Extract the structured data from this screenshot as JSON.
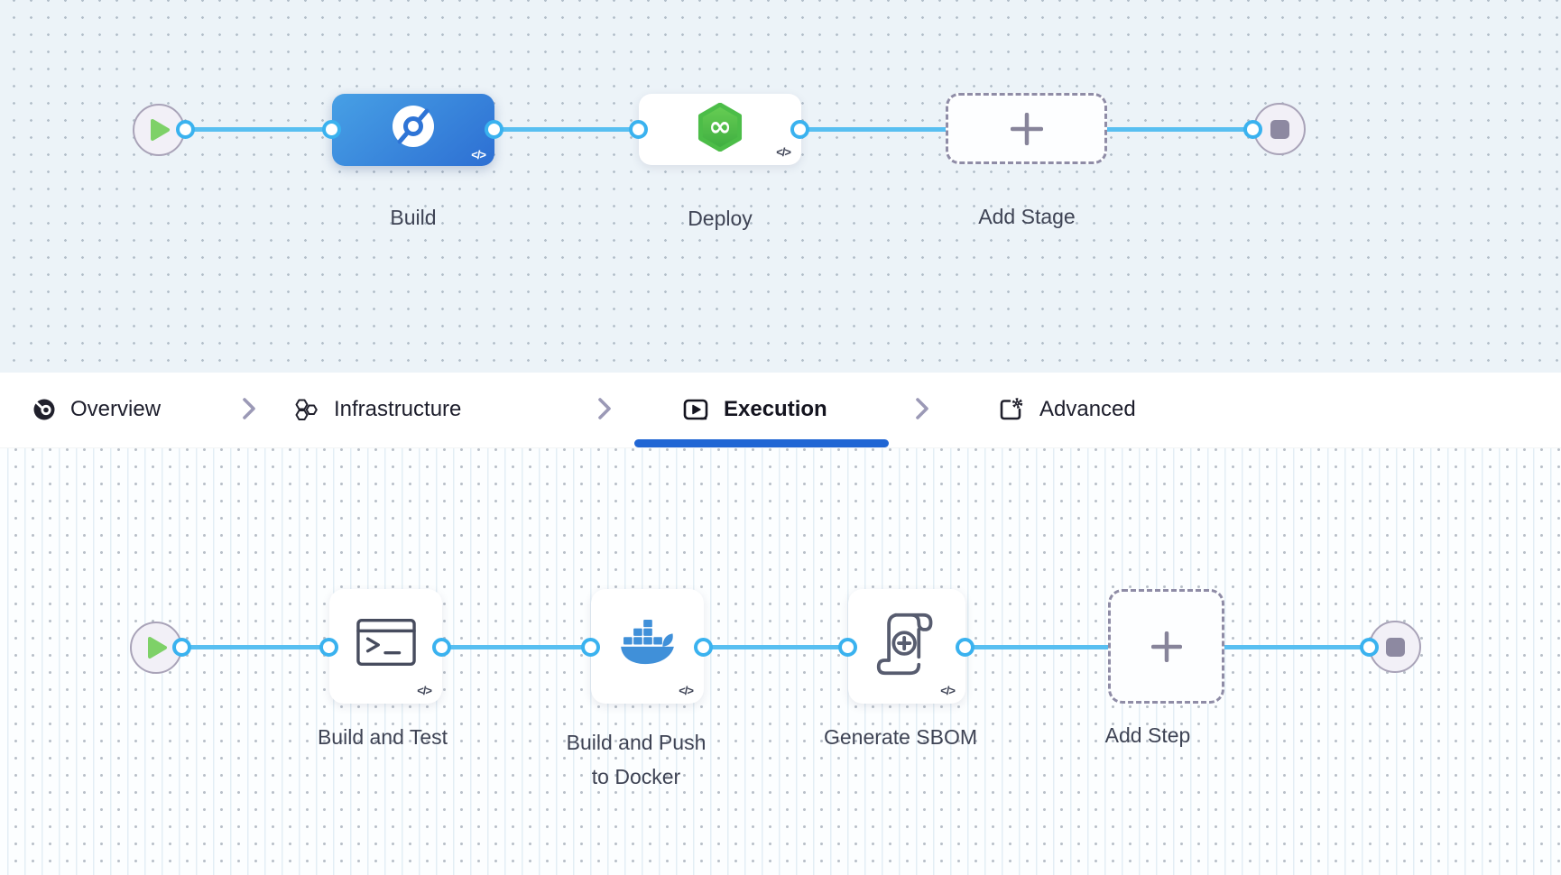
{
  "stage_flow": {
    "stages": [
      {
        "label": "Build",
        "code_badge": "</>"
      },
      {
        "label": "Deploy",
        "code_badge": "</>"
      },
      {
        "label": "Add Stage"
      }
    ]
  },
  "tab_bar": {
    "tabs": [
      {
        "label": "Overview"
      },
      {
        "label": "Infrastructure"
      },
      {
        "label": "Execution",
        "active": true
      },
      {
        "label": "Advanced"
      }
    ]
  },
  "step_flow": {
    "steps": [
      {
        "label": "Build and Test",
        "code_badge": "</>"
      },
      {
        "label_line1": "Build and Push",
        "label_line2": "to Docker",
        "code_badge": "</>"
      },
      {
        "label": "Generate SBOM",
        "code_badge": "</>"
      },
      {
        "label": "Add Step"
      }
    ]
  },
  "icons": {
    "start": "play-icon",
    "end": "stop-icon",
    "build_stage": "ci-build-icon",
    "deploy_stage": "cd-deploy-icon",
    "add": "plus-icon",
    "run_step": "terminal-icon",
    "docker_step": "docker-icon",
    "sbom_step": "sbom-scroll-icon",
    "tab_separator": "chevron-right-icon"
  },
  "colors": {
    "stage_blue_start": "#47a0e5",
    "stage_blue_end": "#2d6fd3",
    "connector_line": "#58bff1",
    "port_ring": "#3ab2ef",
    "deploy_green": "#4fc146",
    "docker_blue": "#4090d9",
    "tab_underline": "#2066d4",
    "label_text": "#3e4354",
    "canvas_top_bg": "#ecf3f8",
    "canvas_bottom_bg": "#fcfeff"
  }
}
